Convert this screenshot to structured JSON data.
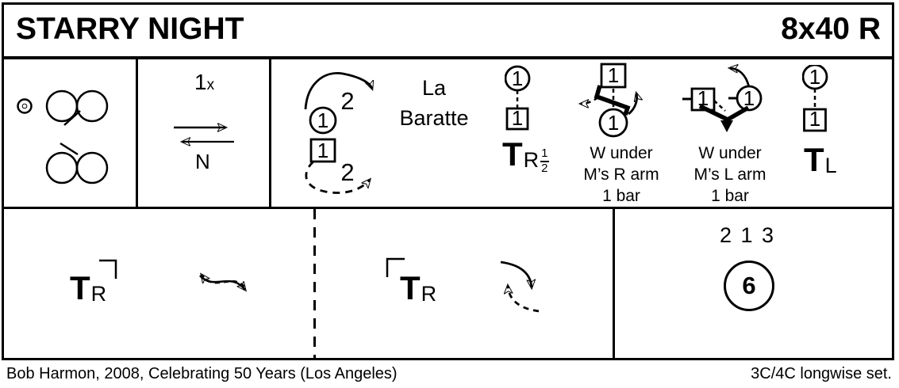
{
  "title": "STARRY NIGHT",
  "meta": "8x40 R",
  "colors": {
    "ink": "#000000",
    "paper": "#ffffff"
  },
  "cells": {
    "lead": {
      "times_num": "1",
      "times_x": "x",
      "n_label": "N"
    },
    "cast": {
      "woman": "1",
      "man": "1",
      "places_top": "2",
      "places_bottom": "2"
    },
    "la_baratte": {
      "line1": "La",
      "line2": "Baratte"
    },
    "turn_r_half": {
      "woman": "1",
      "man": "1",
      "t": "T",
      "hand": "R",
      "frac_num": "1",
      "frac_den": "2"
    },
    "under_r": {
      "man": "1",
      "woman": "1",
      "caption": [
        "W under",
        "M’s R arm",
        "1 bar"
      ]
    },
    "under_l": {
      "man": "1",
      "woman": "1",
      "caption": [
        "W under",
        "M’s L arm",
        "1 bar"
      ]
    },
    "turn_l": {
      "woman": "1",
      "man": "1",
      "t": "T",
      "hand": "L"
    },
    "turn_corner_1": {
      "t": "T",
      "hand": "R"
    },
    "turn_corner_2": {
      "t": "T",
      "hand": "R"
    },
    "finish": {
      "order": "2 1 3",
      "circle_label": "6"
    }
  },
  "footer": {
    "left": "Bob Harmon, 2008, Celebrating 50 Years (Los Angeles)",
    "right": "3C/4C longwise set."
  }
}
